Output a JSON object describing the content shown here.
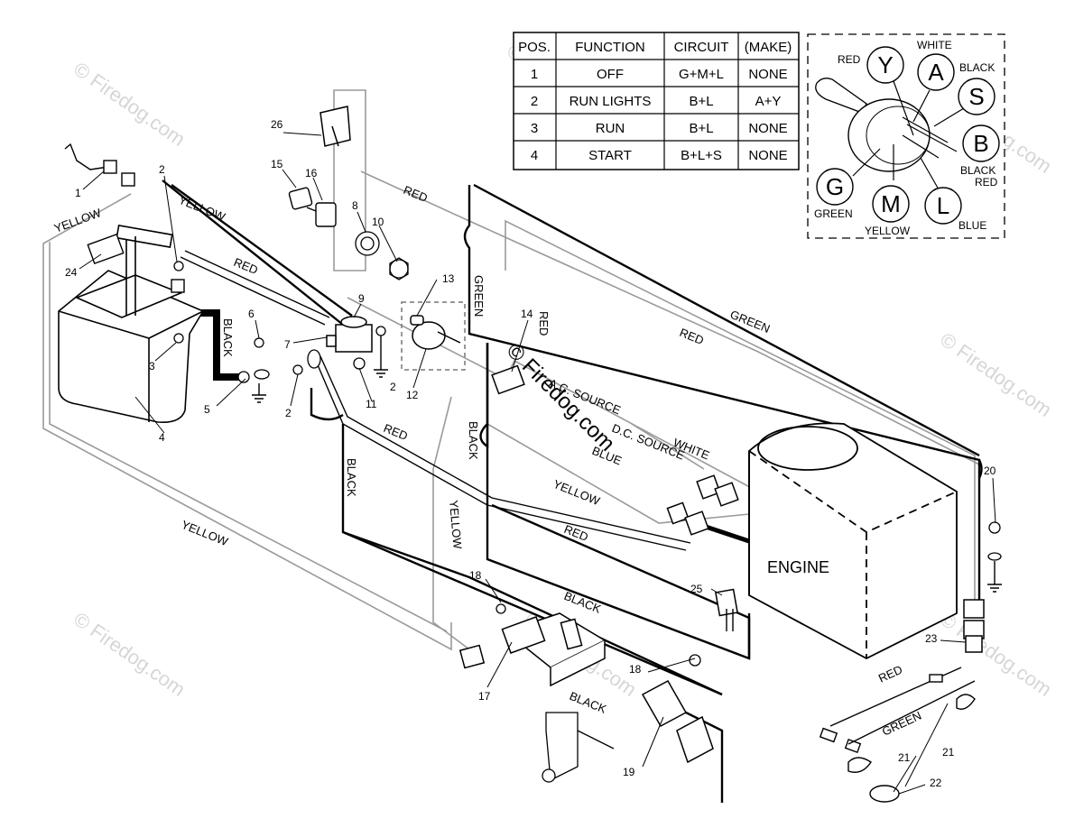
{
  "watermark": {
    "text": "© Firedog.com",
    "overlay": "© Firedog.com"
  },
  "table": {
    "headers": [
      "POS.",
      "FUNCTION",
      "CIRCUIT",
      "(MAKE)"
    ],
    "rows": [
      [
        "1",
        "OFF",
        "G+M+L",
        "NONE"
      ],
      [
        "2",
        "RUN LIGHTS",
        "B+L",
        "A+Y"
      ],
      [
        "3",
        "RUN",
        "B+L",
        "NONE"
      ],
      [
        "4",
        "START",
        "B+L+S",
        "NONE"
      ]
    ]
  },
  "switch": {
    "terminals": [
      "Y",
      "A",
      "S",
      "B",
      "G",
      "M",
      "L"
    ],
    "labels": {
      "red": "RED",
      "white": "WHITE",
      "black": "BLACK",
      "black_red": "BLACK",
      "black_red2": "RED",
      "green": "GREEN",
      "yellow": "YELLOW",
      "blue": "BLUE"
    }
  },
  "wire_labels": {
    "yellow_1": "YELLOW",
    "yellow_2": "YELLOW",
    "yellow_3": "YELLOW",
    "yellow_4": "YELLOW",
    "yellow_5": "YELLOW",
    "red_1": "RED",
    "red_2": "RED",
    "red_3": "RED",
    "red_4": "RED",
    "red_5": "RED",
    "red_6": "RED",
    "black_1": "BLACK",
    "black_2": "BLACK",
    "black_3": "BLACK",
    "black_4": "BLACK",
    "black_5": "BLACK",
    "green_1": "GREEN",
    "green_2": "GREEN",
    "green_3": "GREEN",
    "white": "WHITE",
    "blue": "BLUE",
    "ac_source": "A.C. SOURCE",
    "dc_source": "D.C. SOURCE"
  },
  "engine_label": "ENGINE",
  "part_numbers": {
    "p1": "1",
    "p2a": "2",
    "p2b": "2",
    "p2c": "2",
    "p3": "3",
    "p4": "4",
    "p5": "5",
    "p6": "6",
    "p7": "7",
    "p8": "8",
    "p9": "9",
    "p10": "10",
    "p11": "11",
    "p12": "12",
    "p13": "13",
    "p14": "14",
    "p15": "15",
    "p16": "16",
    "p17": "17",
    "p18a": "18",
    "p18b": "18",
    "p19": "19",
    "p20": "20",
    "p21a": "21",
    "p21b": "21",
    "p22": "22",
    "p23": "23",
    "p24": "24",
    "p25": "25",
    "p26": "26"
  }
}
